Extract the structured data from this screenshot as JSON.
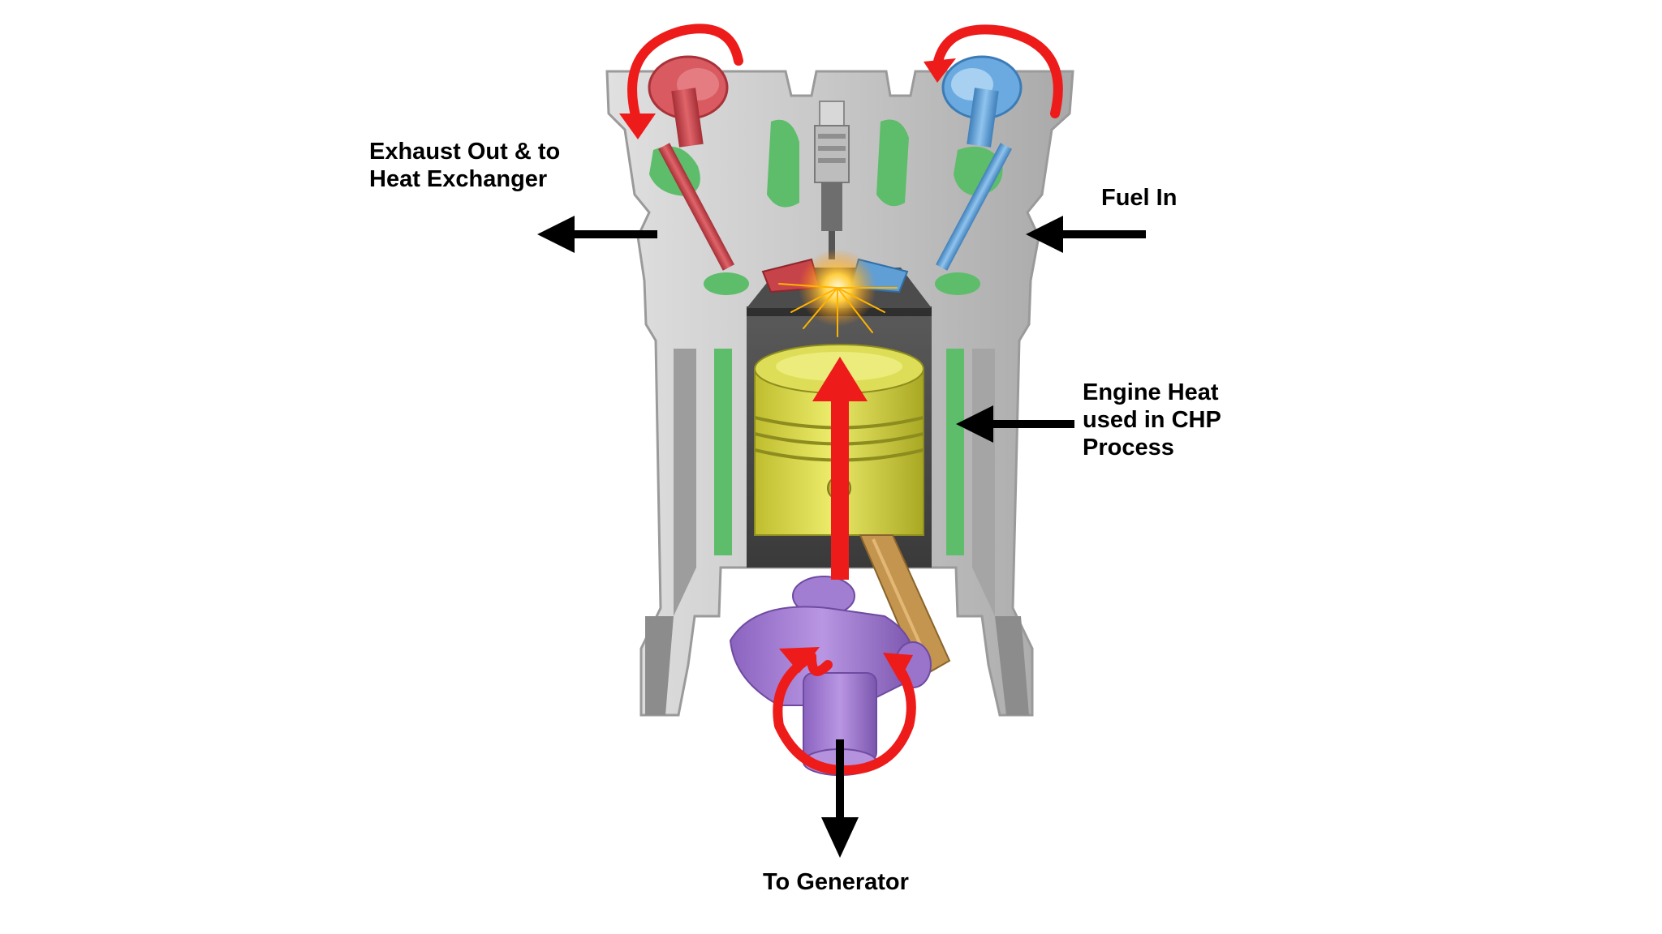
{
  "labels": {
    "exhaust_line1": "Exhaust Out & to",
    "exhaust_line2": "Heat Exchanger",
    "fuel": "Fuel In",
    "heat_line1": "Engine Heat",
    "heat_line2": "used in CHP",
    "heat_line3": "Process",
    "generator": "To Generator"
  },
  "colors": {
    "block": "#c4c4c4",
    "block_shade": "#8e8e8e",
    "coolant": "#5dbd6a",
    "exhaust_valve": "#c7434a",
    "intake_valve": "#5f9fd6",
    "piston": "#d9d84a",
    "crankshaft": "#a27ed2",
    "connecting_rod": "#b88a44",
    "flow_arrow": "#ee1b1b",
    "label_arrow": "#000000"
  }
}
